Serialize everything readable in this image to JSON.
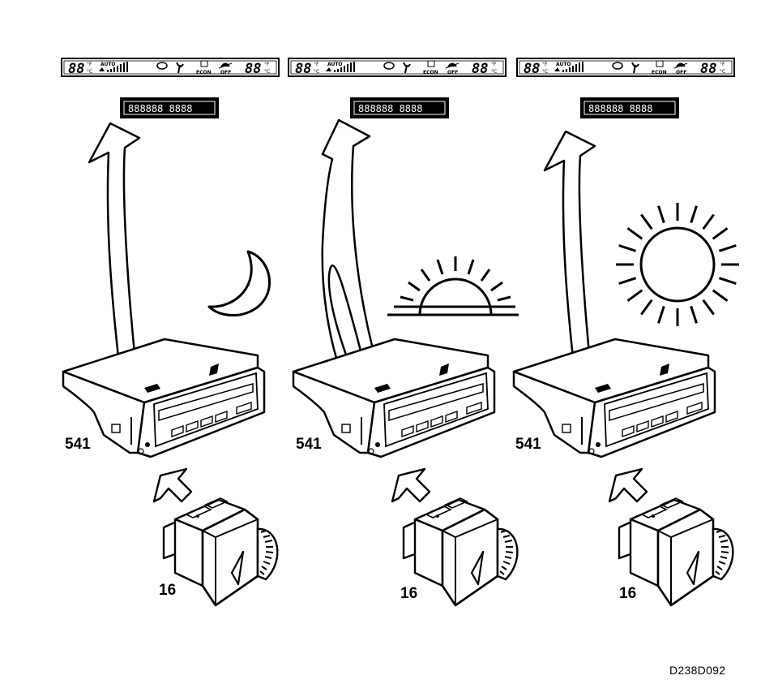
{
  "diagram": {
    "panels": [
      {
        "scene": "night",
        "scene_icon": "moon-icon",
        "unit_label": "541",
        "switch_label": "16",
        "lcd": {
          "temp_left": "88",
          "temp_right": "88",
          "unit_f": "°F",
          "unit_c": "°C",
          "auto": "AUT O",
          "econ": "ECON",
          "off": "OFF"
        },
        "display_text": "888888 8888"
      },
      {
        "scene": "sunrise",
        "scene_icon": "rising-sun-icon",
        "unit_label": "541",
        "switch_label": "16",
        "lcd": {
          "temp_left": "88",
          "temp_right": "88",
          "unit_f": "°F",
          "unit_c": "°C",
          "auto": "AUTO",
          "econ": "ECON",
          "off": "OFF"
        },
        "display_text": "888888 8888"
      },
      {
        "scene": "day",
        "scene_icon": "sun-icon",
        "unit_label": "541",
        "switch_label": "16",
        "lcd": {
          "temp_left": "88",
          "temp_right": "88",
          "unit_f": "°F",
          "unit_c": "°C",
          "auto": "AUTO",
          "econ": "ECON",
          "off": "OFF"
        },
        "display_text": "888888 8888"
      }
    ],
    "figure_code": "D238D092"
  }
}
